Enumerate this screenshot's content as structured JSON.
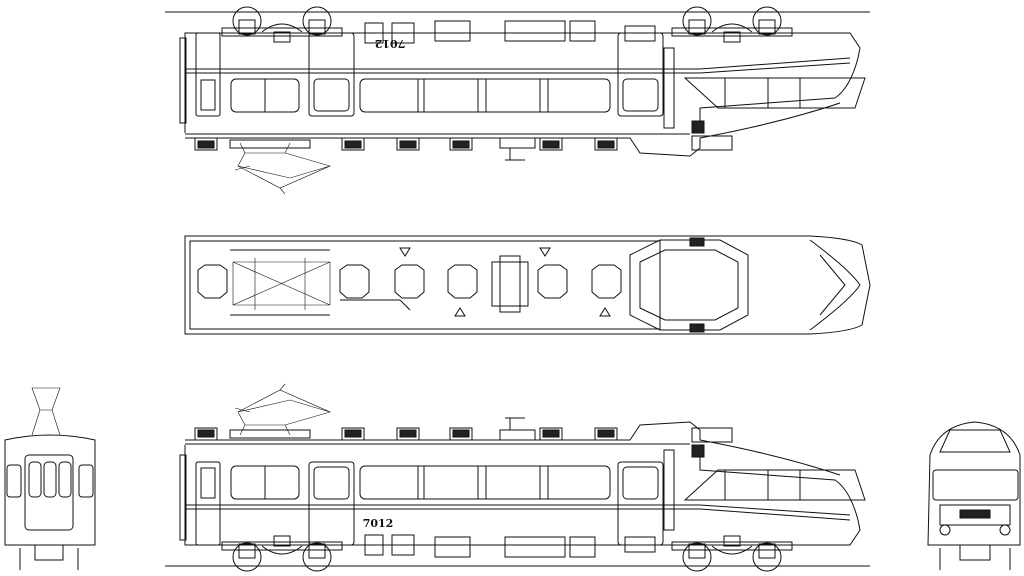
{
  "drawing": {
    "car_number": "7012",
    "views": [
      "side-view-mirrored",
      "plan-view",
      "side-view",
      "rear-end-view",
      "front-end-view"
    ]
  }
}
